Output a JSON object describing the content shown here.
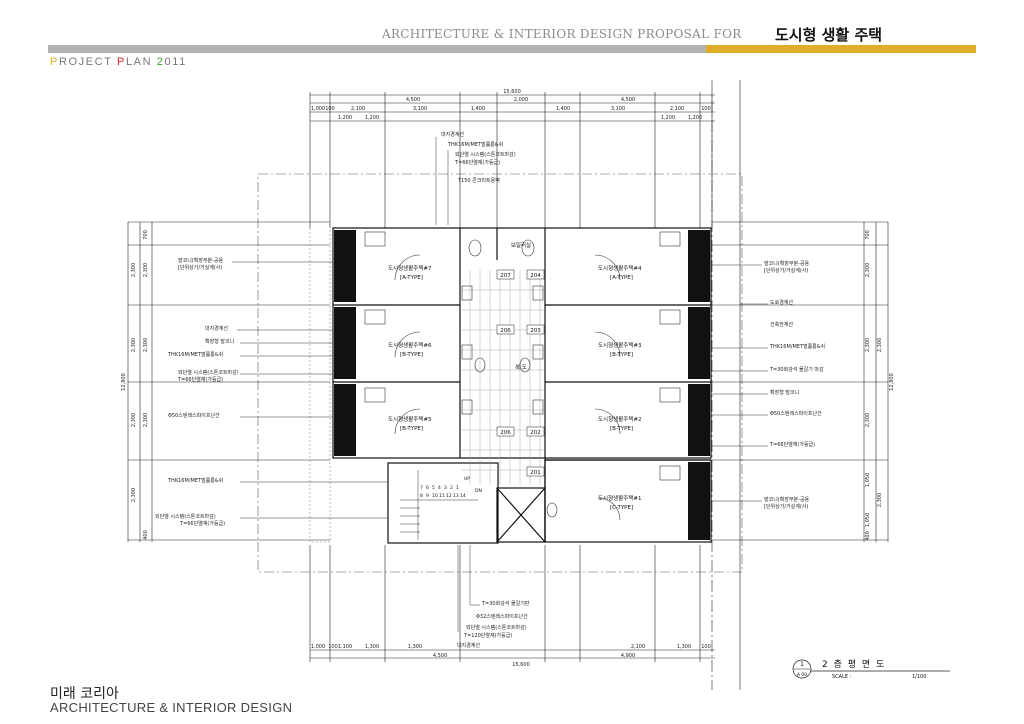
{
  "header": {
    "proposal_title": "ARCHITECTURE & INTERIOR DESIGN PROPOSAL FOR",
    "korean_title": "도시형 생활 주택",
    "project_plan": {
      "p": "P",
      "roject": "ROJECT ",
      "pl": "P",
      "lan": "LAN ",
      "two": "2",
      "yr": "011"
    },
    "colors": {
      "grey_bar": "#b3b3b3",
      "gold_bar": "#e0ad2a"
    }
  },
  "footer": {
    "company_korean": "미래 코리아",
    "company_english": "ARCHITECTURE & INTERIOR DESIGN"
  },
  "drawing": {
    "top_dims": {
      "overall": "15,600",
      "row2": [
        "4,500",
        "2,000",
        "4,500"
      ],
      "row3": [
        "1,000",
        "100",
        "2,100",
        "3,100",
        "1,400",
        "1,400",
        "3,100",
        "2,100",
        "100"
      ],
      "row4": [
        "1,200",
        "1,200",
        "1,200",
        "1,200"
      ]
    },
    "bottom_dims": {
      "row1": [
        "1,000",
        "100",
        "1,100",
        "1,300",
        "1,300",
        "2,100",
        "1,300",
        "100"
      ],
      "row2": [
        "4,500",
        "15,600",
        "4,900"
      ]
    },
    "left_dims": [
      "700",
      "2,300",
      "2,300",
      "2,300",
      "2,300",
      "400",
      "2,300",
      "2,300",
      "2,300",
      "12,800"
    ],
    "right_dims": [
      "700",
      "2,300",
      "2,300",
      "2,300",
      "2,300",
      "12,800",
      "1,050",
      "2,300",
      "1,050",
      "400"
    ],
    "top_notes": [
      "대지경계선",
      "THK16M/MET벌륨롱&쉬",
      "외단열 시스템(스톤코트마감)",
      "T=66단열재(가등급)",
      "T150 콘크리트옹벽"
    ],
    "bottom_notes": [
      "T=30화강석 물갈기판",
      "Φ32스텐레스파이프난간",
      "외단열 시스템(스톤코트마감)",
      "T=120단열재(가등급)",
      "대지경계선"
    ],
    "left_notes": [
      "발코니(확장부분-공용",
      "[단위상가/거실계(사)",
      "대지경계선",
      "확장형 발코니",
      "THK16M/MET벌륨롱&쉬",
      "외단열 시스템(스톤코트마감)",
      "T=66단열재(가등급)",
      "Φ50스텐레스파이프난간",
      "THK16M/MET벌륨롱&쉬",
      "외단열 시스템(스톤코트마감)",
      "T=66단열재(가등급)"
    ],
    "right_notes": [
      "발코니(확장부분-공용",
      "[단위상가/거실계(사)",
      "도로경계선",
      "건축한계선",
      "THK16M/MET벌륨롱&쉬",
      "T=30화강석 물갈기 마감",
      "확장형 발코니",
      "Φ50스텐레스파이프난간",
      "T=66단열재(가등급)",
      "발코니(확장부분-공용",
      "[단위상가/거실계(사)"
    ],
    "units_left": [
      {
        "name": "도시형생활주택#7",
        "type": "[A-TYPE]"
      },
      {
        "name": "도시형생활주택#6",
        "type": "[B-TYPE]"
      },
      {
        "name": "도시형생활주택#5",
        "type": "[B-TYPE]"
      }
    ],
    "units_right": [
      {
        "name": "도시형생활주택#4",
        "type": "[A-TYPE]"
      },
      {
        "name": "도시형생활주택#3",
        "type": "[B-TYPE]"
      },
      {
        "name": "도시형생활주택#2",
        "type": "[B-TYPE]"
      },
      {
        "name": "도시형생활주택#1",
        "type": "[C-TYPE]"
      }
    ],
    "room_numbers": [
      "207",
      "204",
      "206",
      "203",
      "206",
      "202",
      "201"
    ],
    "corridor_label": "복 도",
    "utility_label": "보일러실",
    "stair": {
      "up": "UP",
      "dn": "DN",
      "steps_top": [
        "7",
        "6",
        "5",
        "4",
        "3",
        "2",
        "1"
      ],
      "steps_bottom": [
        "8",
        "9",
        "10",
        "11",
        "12",
        "13",
        "14"
      ]
    },
    "title_block": {
      "number": "1",
      "sheet": "A 00",
      "title": "2 층 평 면 도",
      "scale_label": "SCALE :",
      "scale_value": "1/100"
    }
  }
}
